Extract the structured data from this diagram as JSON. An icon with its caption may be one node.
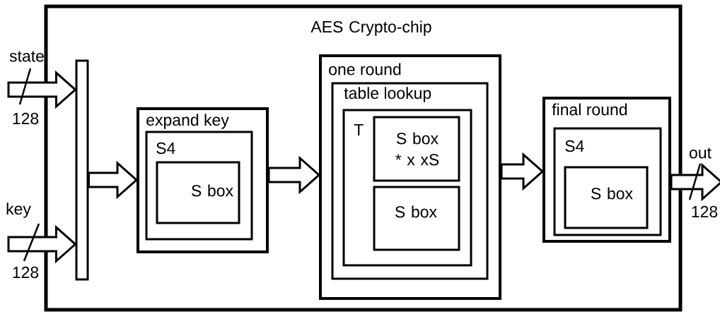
{
  "diagram": {
    "nodes": [
      {
        "text": [
          "AES Crypto-chip"
        ]
      },
      {
        "text": [],
        "shape": "bar",
        "in": 0
      },
      {
        "text": [
          "expand key"
        ],
        "in": 0
      },
      {
        "text": [
          "S4"
        ],
        "in": 2
      },
      {
        "text": [
          "S box"
        ],
        "in": 3
      },
      {
        "text": [
          "one round"
        ],
        "in": 0
      },
      {
        "text": [
          "table lookup"
        ],
        "in": 5
      },
      {
        "text": [
          "T"
        ],
        "in": 6
      },
      {
        "text": [
          "S box * x xS"
        ],
        "in": 7
      },
      {
        "text": [
          "S box"
        ],
        "in": 7
      },
      {
        "text": [
          "final round"
        ],
        "in": 0
      },
      {
        "text": [
          "S4"
        ],
        "in": 10
      },
      {
        "text": [
          "S box"
        ],
        "in": 11
      }
    ],
    "edges": [
      {
        "from": null,
        "to": 1,
        "arrow": "to"
      },
      {
        "from": null,
        "to": 1,
        "arrow": "to"
      },
      {
        "from": 1,
        "to": 2,
        "arrow": "to"
      },
      {
        "from": 2,
        "to": 5,
        "arrow": "to"
      },
      {
        "from": 5,
        "to": 10,
        "arrow": "to"
      },
      {
        "from": 10,
        "to": null,
        "arrow": "to"
      }
    ],
    "labels": [
      "state",
      "128",
      "key",
      "128",
      "out",
      "128"
    ]
  }
}
